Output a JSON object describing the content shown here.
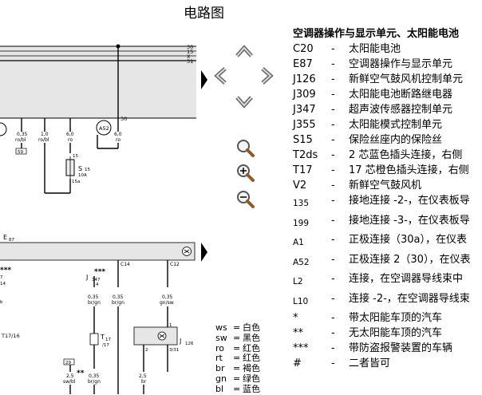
{
  "page": {
    "title": "电路图"
  },
  "diagram": {
    "bus_labels": [
      "30",
      "15",
      "X",
      "31"
    ],
    "top_terminal_30": "30",
    "wires_top": [
      {
        "gauge": "0,35",
        "color": "ro/bl",
        "tag": "59"
      },
      {
        "gauge": "1,0",
        "color": "ro/bl"
      },
      {
        "gauge": "6,0",
        "color": "ro"
      },
      {
        "gauge": "6,0",
        "color": "ro"
      }
    ],
    "a52_label": "A52",
    "fuse": {
      "name": "S",
      "sub": "15",
      "rating": "10A",
      "pin": "15a",
      "top_pin": "15"
    },
    "e87_label": "E",
    "e87_sub": "87",
    "stars_left": "***",
    "j347": {
      "stars": "***",
      "name": "J",
      "sub": "347",
      "pin": "4"
    },
    "connectors": [
      "C14",
      "C12"
    ],
    "wires_mid": [
      {
        "gauge": "0,35",
        "color": "br/gn"
      },
      {
        "gauge": "0,35",
        "color": "br/gn"
      },
      {
        "gauge": "0,35",
        "color": "gn/sw"
      }
    ],
    "t17_left": "T17/16",
    "t17_mid": {
      "name": "T",
      "sub": "17",
      "pin": "/17"
    },
    "j126": {
      "name": "J",
      "sub": "126",
      "pins": [
        "1",
        "2",
        "3/31"
      ]
    },
    "bottom_tag": "29",
    "bottom_stars": "**",
    "wires_bottom": [
      {
        "gauge": "2,5",
        "color": "sw/bl"
      },
      {
        "gauge": "0,35",
        "color": "br/gn"
      },
      {
        "gauge": "2,5",
        "color": "br"
      }
    ],
    "left_labels": [
      "7",
      "14"
    ]
  },
  "nav": {
    "up": "up-arrow-icon",
    "left": "left-arrow-icon",
    "right": "right-arrow-icon",
    "down": "down-arrow-icon",
    "zoom_out": "zoom-out-icon",
    "zoom_in": "zoom-in-icon",
    "zoom_reset": "zoom-reset-icon"
  },
  "legend": {
    "heading": "空调器操作与显示单元、太阳能电池",
    "items": [
      {
        "code": "C20",
        "text": "太阳能电池"
      },
      {
        "code": "E87",
        "text": "空调器操作与显示单元"
      },
      {
        "code": "J126",
        "text": "新鲜空气鼓风机控制单元"
      },
      {
        "code": "J309",
        "text": "太阳能电池断路继电器"
      },
      {
        "code": "J347",
        "text": "超声波传感器控制单元"
      },
      {
        "code": "J355",
        "text": "太阳能模式控制单元"
      },
      {
        "code": "S15",
        "text": "保险丝座内的保险丝"
      },
      {
        "code": "T2ds",
        "text": "2 芯蓝色插头连接，右侧"
      },
      {
        "code": "T17",
        "text": "17 芯橙色插头连接，右侧"
      },
      {
        "code": "V2",
        "text": "新鲜空气鼓风机"
      },
      {
        "code": "135",
        "text": "接地连接 -2-，在仪表板导"
      },
      {
        "code": "199",
        "text": "接地连接 -3-，在仪表板导"
      },
      {
        "code": "A1",
        "text": "正极连接（30a），在仪表"
      },
      {
        "code": "A52",
        "text": "正极连接 2（30），在仪表"
      },
      {
        "code": "L2",
        "text": "连接，在空调器导线束中"
      },
      {
        "code": "L10",
        "text": "连接 -2-，在空调器导线束"
      },
      {
        "code": "*",
        "text": "带太阳能车顶的汽车"
      },
      {
        "code": "**",
        "text": "无太阳能车顶的汽车"
      },
      {
        "code": "***",
        "text": "带防盗报警装置的车辆"
      },
      {
        "code": "#",
        "text": "二者皆可"
      }
    ],
    "dash": "-"
  },
  "colors": {
    "items": [
      {
        "code": "ws",
        "name": "白色"
      },
      {
        "code": "sw",
        "name": "黑色"
      },
      {
        "code": "ro",
        "name": "红色"
      },
      {
        "code": "rt",
        "name": "红色"
      },
      {
        "code": "br",
        "name": "褐色"
      },
      {
        "code": "gn",
        "name": "绿色"
      },
      {
        "code": "bl",
        "name": "蓝色"
      }
    ],
    "eq": "="
  }
}
